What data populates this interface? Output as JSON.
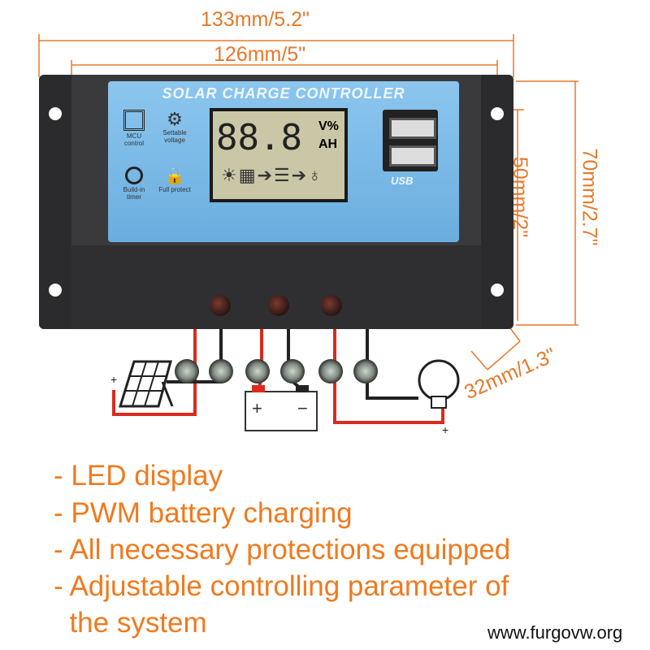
{
  "dimensions": {
    "overall_width": "133mm/5.2\"",
    "mount_width": "126mm/5\"",
    "panel_height": "50mm/2\"",
    "overall_height": "70mm/2.7\"",
    "depth": "32mm/1.3\""
  },
  "device": {
    "title": "SOLAR CHARGE CONTROLLER",
    "display_digits": "88.8",
    "units_top": "V%",
    "units_bottom": "AH",
    "usb_label": "USB",
    "features": [
      {
        "label": "MCU control"
      },
      {
        "label": "Settable voltage"
      },
      {
        "label": "Build-in timer"
      },
      {
        "label": "Full protect"
      }
    ]
  },
  "features_list": [
    "- LED display",
    "- PWM battery charging",
    "- All necessary protections equipped",
    "- Adjustable controlling parameter of",
    "  the system"
  ],
  "battery": {
    "plus": "+",
    "minus": "−"
  },
  "watermark": "www.furgovw.org",
  "colors": {
    "accent": "#f07a1e",
    "panel": "#7ab8e6",
    "body": "#2b2b2d"
  }
}
